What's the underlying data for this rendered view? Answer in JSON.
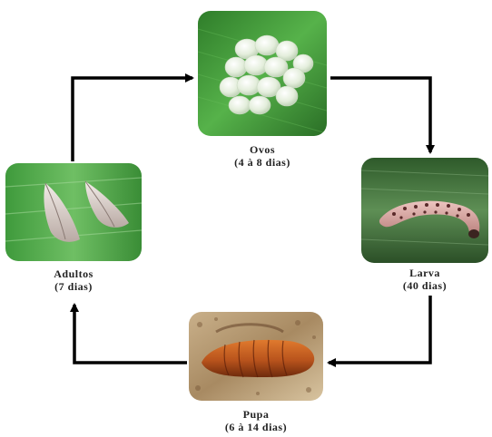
{
  "stages": {
    "eggs": {
      "name": "Ovos",
      "duration": "(4 à 8 dias)"
    },
    "larva": {
      "name": "Larva",
      "duration": "(40 dias)"
    },
    "pupa": {
      "name": "Pupa",
      "duration": "(6 à 14  dias)"
    },
    "adults": {
      "name": "Adultos",
      "duration": "(7 dias)"
    }
  },
  "colors": {
    "arrow": "#000000",
    "label_text": "#222222",
    "leaf_green": "#3f9a3c",
    "egg_white": "#e8f0e0",
    "larva_pink": "#d8a3a0",
    "pupa_brown": "#b8531c"
  }
}
